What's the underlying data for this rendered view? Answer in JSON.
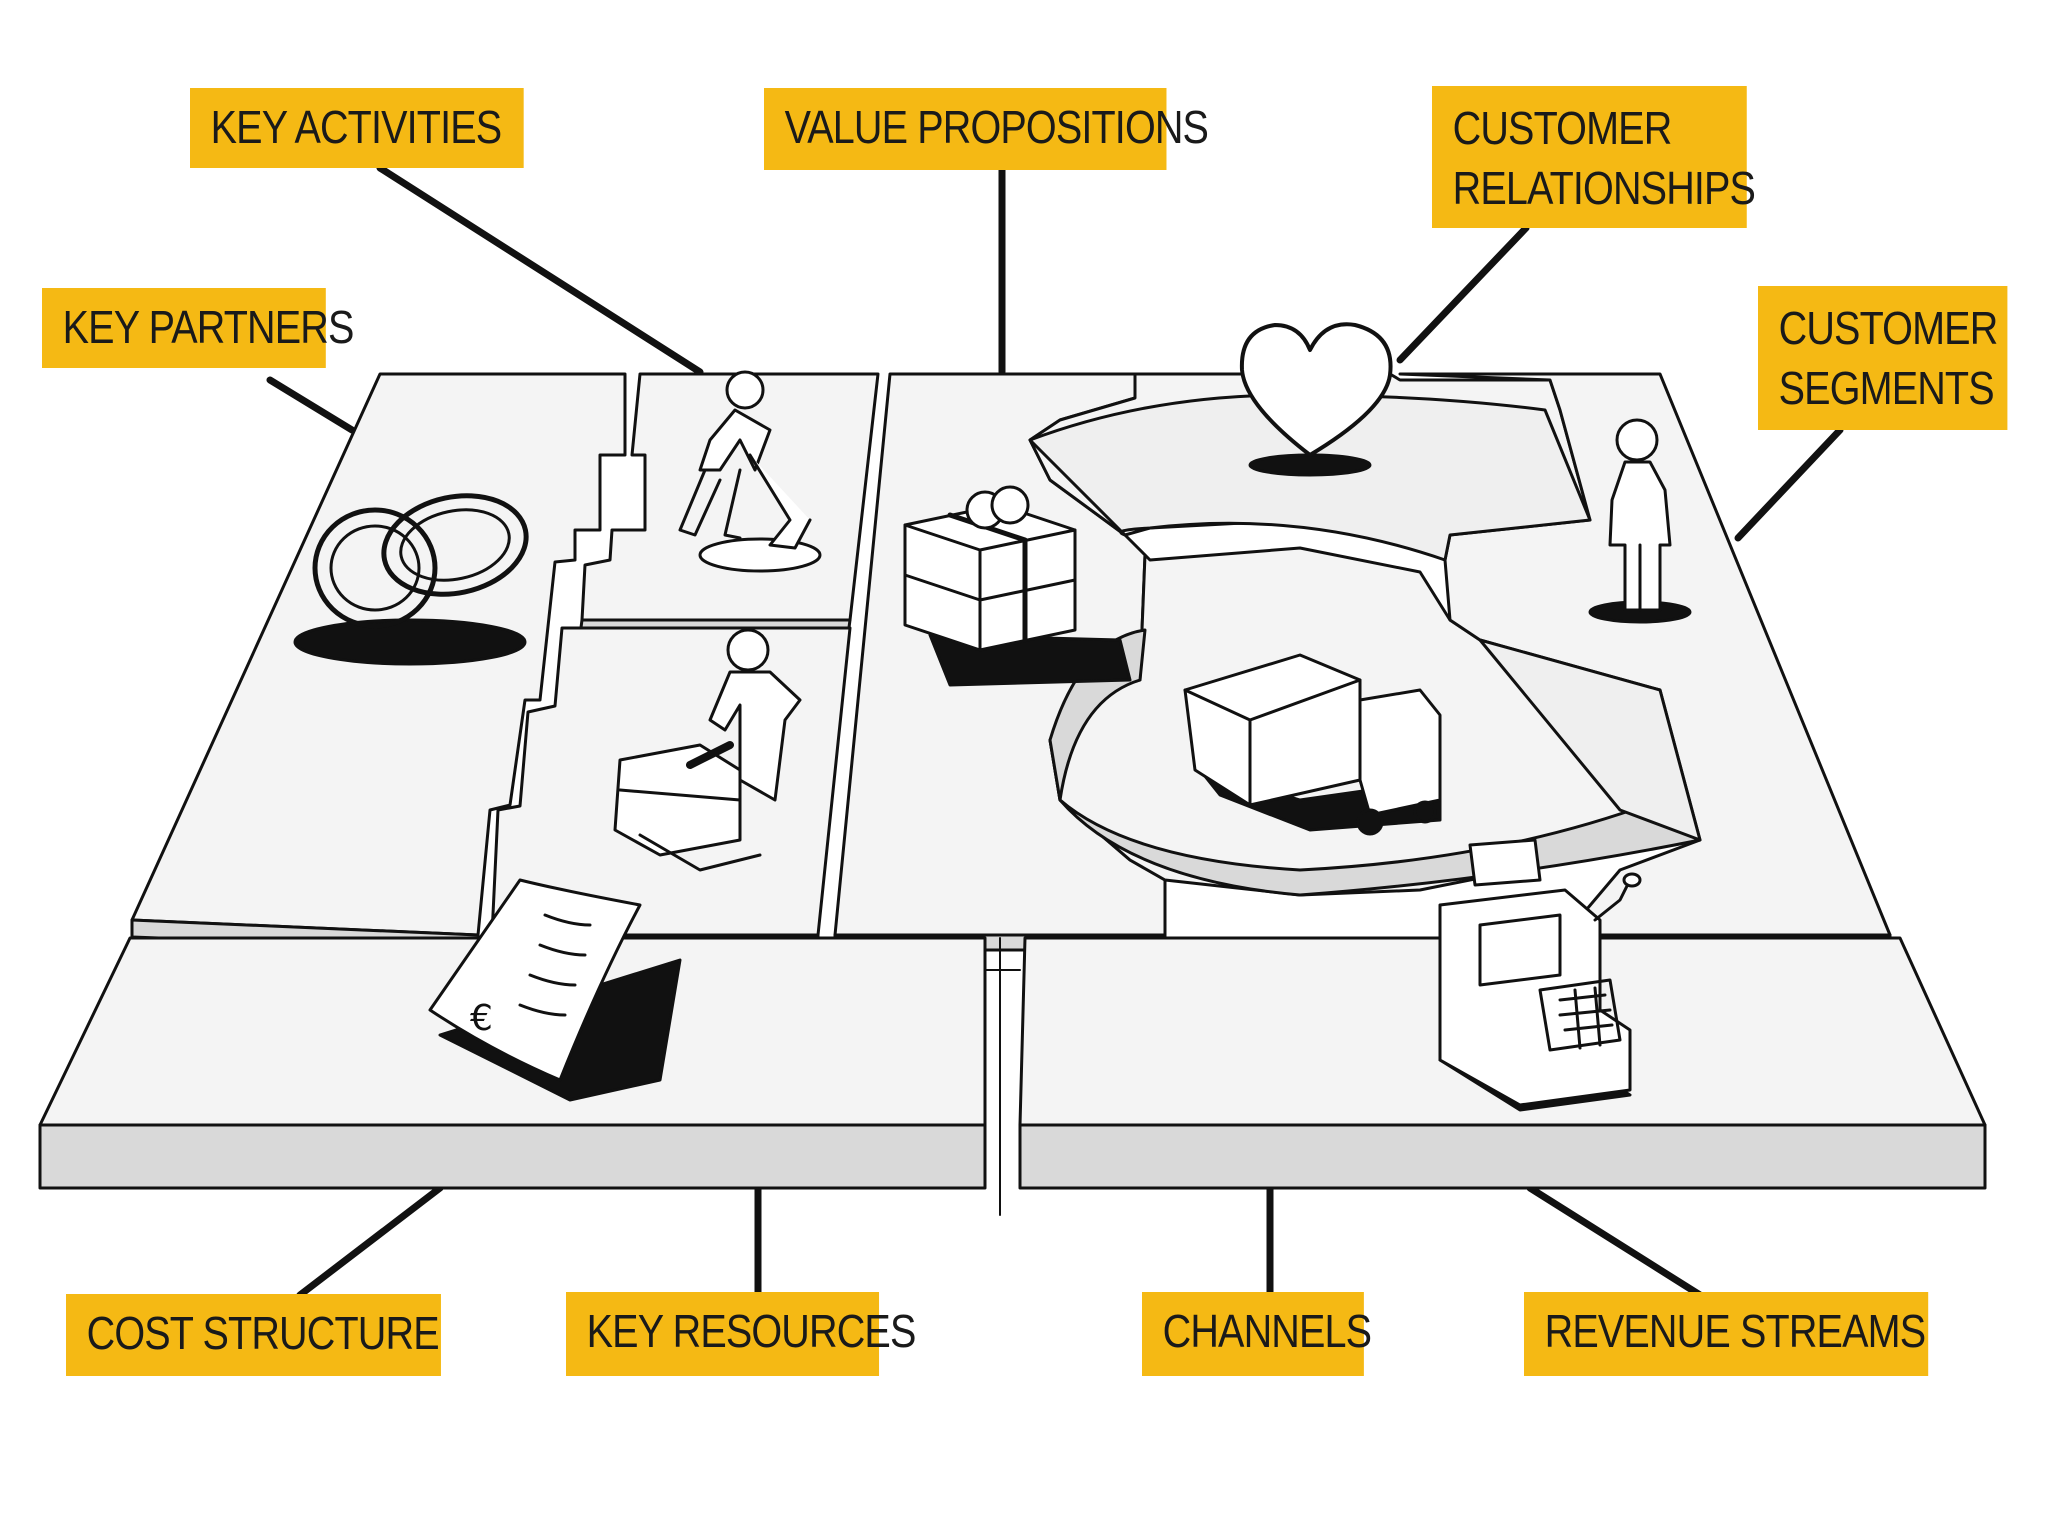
{
  "labels": {
    "key_activities": "KEY ACTIVITIES",
    "value_propositions": "VALUE PROPOSITIONS",
    "customer_relationships_line1": "CUSTOMER",
    "customer_relationships_line2": "RELATIONSHIPS",
    "key_partners": "KEY PARTNERS",
    "customer_segments_line1": "CUSTOMER",
    "customer_segments_line2": "SEGMENTS",
    "cost_structure": "COST STRUCTURE",
    "key_resources": "KEY RESOURCES",
    "channels": "CHANNELS",
    "revenue_streams": "REVENUE STREAMS"
  },
  "colors": {
    "label_background": "#f5b914",
    "ink": "#111111",
    "panel_top": "#f4f4f4",
    "panel_side": "#d9d9d9"
  },
  "icons": [
    "rings-icon",
    "digging-person-icon",
    "person-with-machine-icon",
    "invoice-icon",
    "gift-box-icon",
    "heart-icon",
    "delivery-truck-icon",
    "standing-person-icon",
    "cash-register-icon"
  ]
}
